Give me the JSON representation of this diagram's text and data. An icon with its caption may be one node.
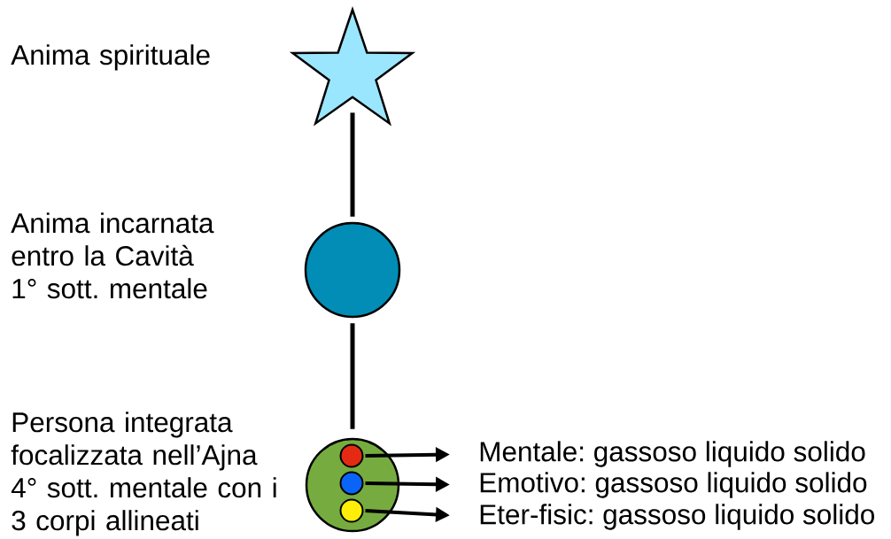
{
  "diagram": {
    "nodes": [
      {
        "text": [],
        "shape": "star",
        "beside": [
          "Anima spirituale"
        ]
      },
      {
        "text": [],
        "shape": "circle",
        "beside": [
          "Anima incarnata entro la Cavità 1° sott. mentale"
        ]
      },
      {
        "text": [],
        "shape": "circle",
        "beside": [
          "Persona integrata focalizzata nell’Ajna 4° sott. mentale con i 3 corpi allineati"
        ]
      },
      {
        "text": [],
        "shape": "circle",
        "in": 2
      },
      {
        "text": [],
        "shape": "circle",
        "in": 2
      },
      {
        "text": [],
        "shape": "circle",
        "in": 2
      },
      {
        "text": [
          "Mentale: gassoso liquido solido"
        ]
      },
      {
        "text": [
          "Emotivo: gassoso liquido solido"
        ]
      },
      {
        "text": [
          "Eter-fisic: gassoso liquido solido"
        ]
      }
    ],
    "edges": [
      {
        "from": 0,
        "to": 1,
        "arrow": "none"
      },
      {
        "from": 1,
        "to": 2,
        "arrow": "none"
      },
      {
        "from": 3,
        "to": 6,
        "arrow": "to"
      },
      {
        "from": 4,
        "to": 7,
        "arrow": "to"
      },
      {
        "from": 5,
        "to": 8,
        "arrow": "to"
      }
    ]
  }
}
